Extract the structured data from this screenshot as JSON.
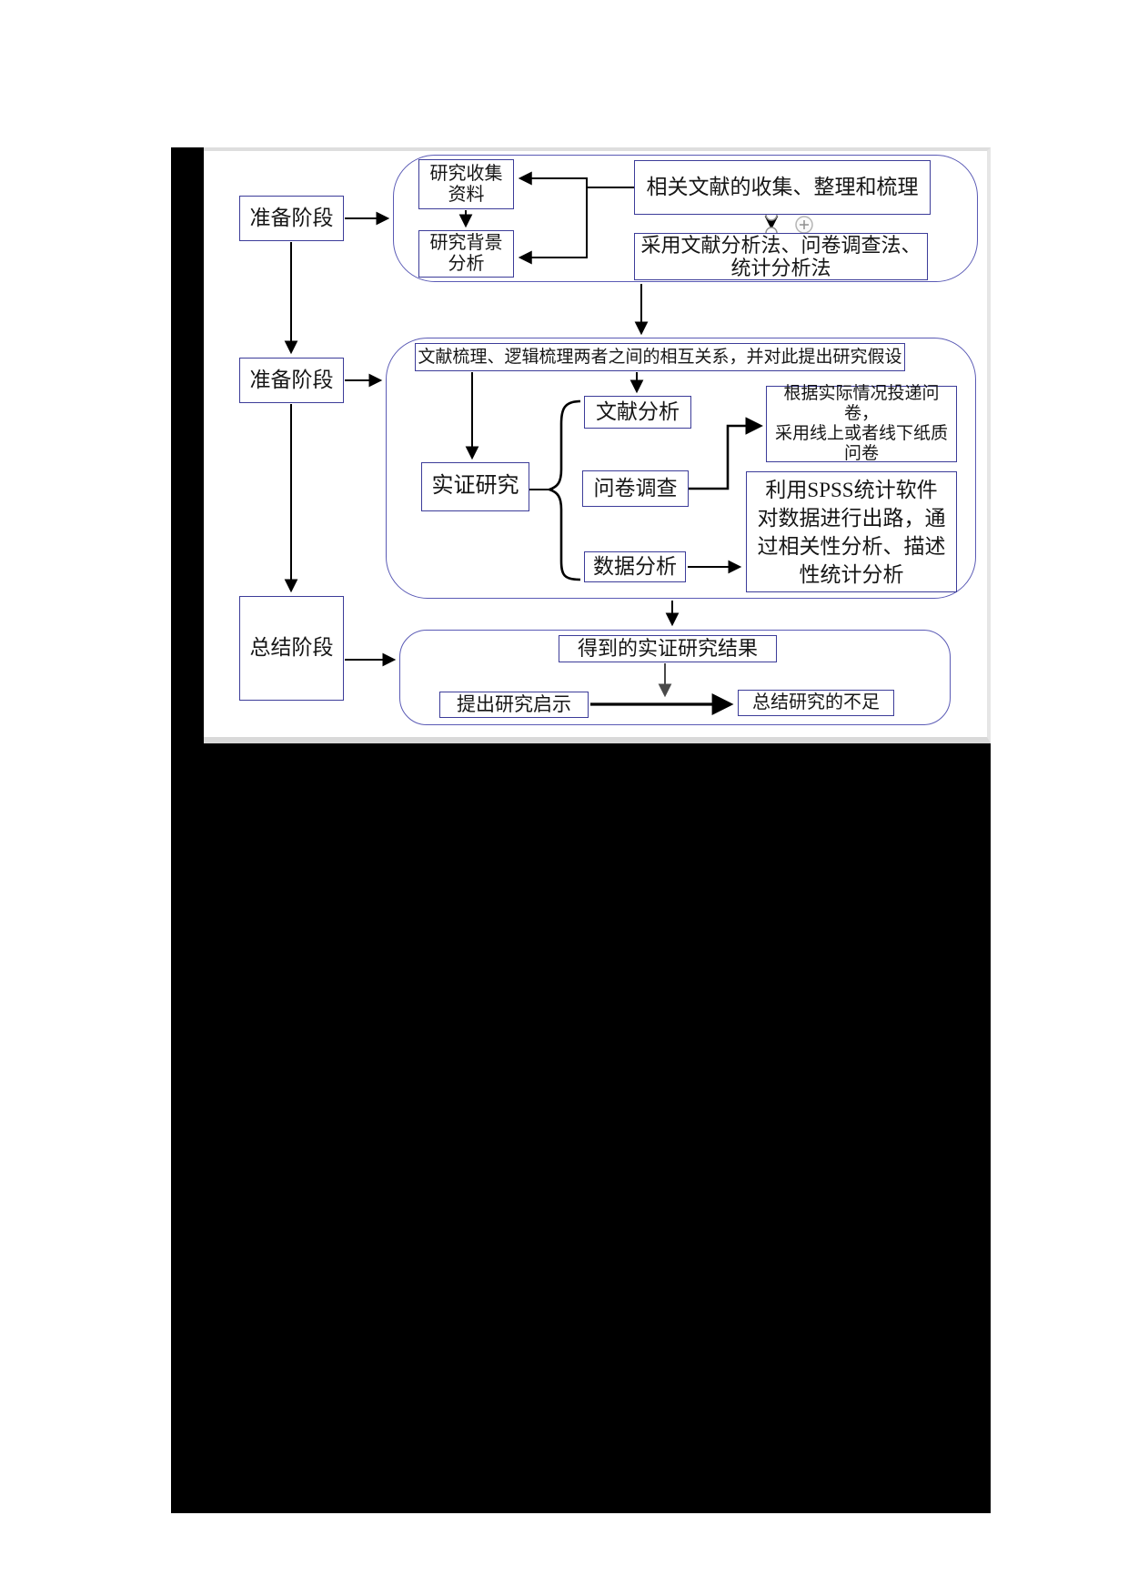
{
  "diagram": {
    "stages": [
      {
        "label": "准备阶段"
      },
      {
        "label": "准备阶段"
      },
      {
        "label": "总结阶段"
      }
    ],
    "phase1": {
      "collect": "研究收集\n资料",
      "background": "研究背景\n分析",
      "literature": "相关文献的收集、整理和梳理",
      "methods": "采用文献分析法、问卷调查法、\n统计分析法"
    },
    "phase2": {
      "hypothesis": "文献梳理、逻辑梳理两者之间的相互关系，并对此提出研究假设",
      "empirical": "实证研究",
      "lit_analysis": "文献分析",
      "survey": "问卷调查",
      "data_analysis": "数据分析",
      "questionnaire": "根据实际情况投递问卷，\n采用线上或者线下纸质\n问卷",
      "spss": "利用SPSS统计软件\n对数据进行出路，通\n过相关性分析、描述\n性统计分析"
    },
    "phase3": {
      "result": "得到的实证研究结果",
      "inspiration": "提出研究启示",
      "deficiency": "总结研究的不足"
    },
    "colors": {
      "box_border": "#3c3c99",
      "container_border": "#5a5ab5",
      "arrow": "#000000",
      "handle_gray": "#909090"
    }
  }
}
